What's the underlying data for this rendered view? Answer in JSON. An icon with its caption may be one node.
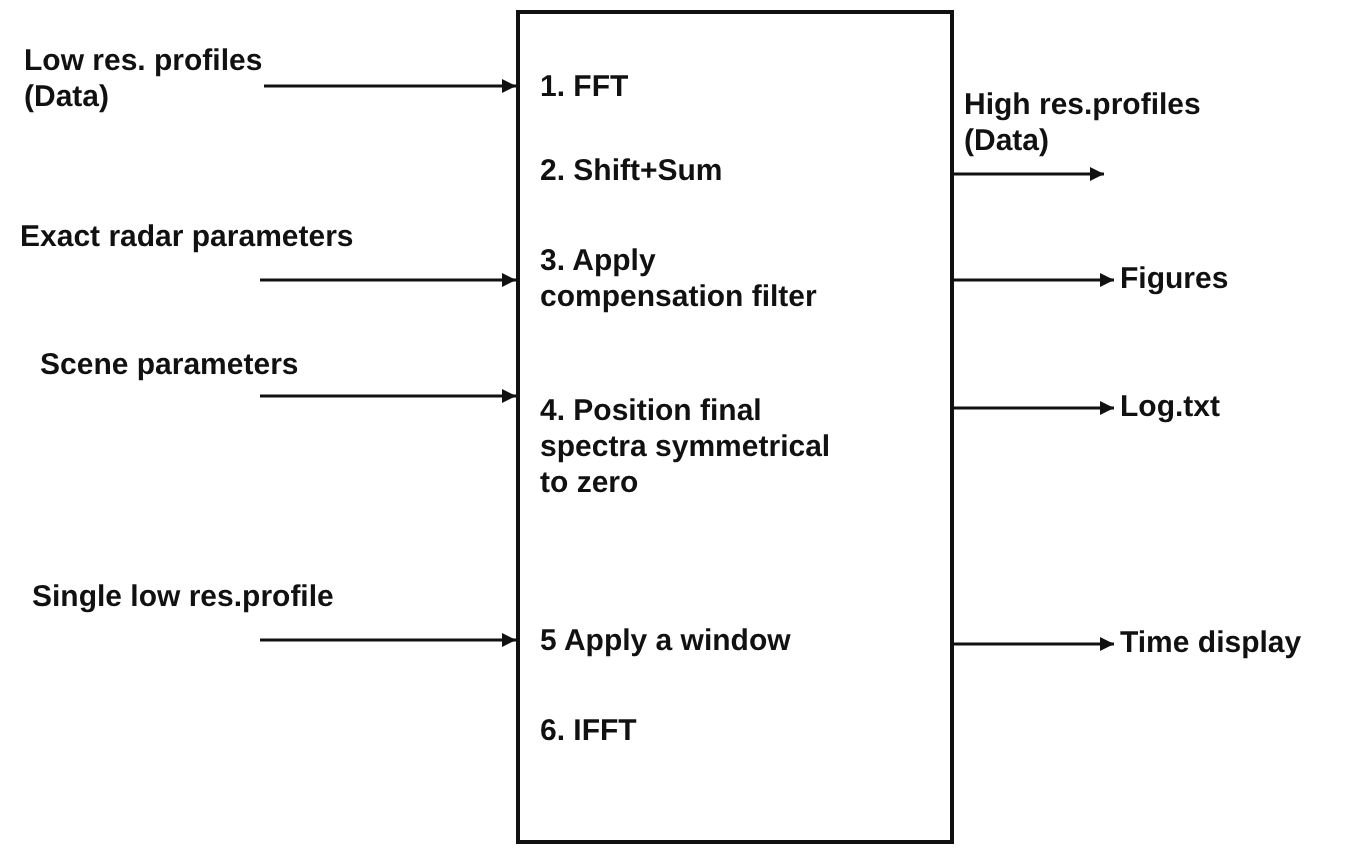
{
  "diagram": {
    "nodes": [
      {
        "text": [
          "1. FFT",
          "2. Shift+Sum",
          "3. Apply compensation filter",
          "4. Position final spectra symmetrical to zero",
          "5 Apply a window",
          "6. IFFT"
        ]
      },
      {
        "text": [
          "Low res. profiles (Data)"
        ]
      },
      {
        "text": [
          "Exact radar parameters"
        ]
      },
      {
        "text": [
          "Scene parameters"
        ]
      },
      {
        "text": [
          "Single low res.profile"
        ]
      },
      {
        "text": [
          "High res.profiles (Data)"
        ]
      },
      {
        "text": [
          "Figures"
        ]
      },
      {
        "text": [
          "Log.txt"
        ]
      },
      {
        "text": [
          "Time display"
        ]
      }
    ],
    "edges": [
      {
        "from": 1,
        "to": 0,
        "arrow": "to"
      },
      {
        "from": 2,
        "to": 0,
        "arrow": "to"
      },
      {
        "from": 3,
        "to": 0,
        "arrow": "to"
      },
      {
        "from": 4,
        "to": 0,
        "arrow": "to"
      },
      {
        "from": 0,
        "to": 5,
        "arrow": "to"
      },
      {
        "from": 0,
        "to": 6,
        "arrow": "to"
      },
      {
        "from": 0,
        "to": 7,
        "arrow": "to"
      },
      {
        "from": 0,
        "to": 8,
        "arrow": "to"
      }
    ]
  }
}
